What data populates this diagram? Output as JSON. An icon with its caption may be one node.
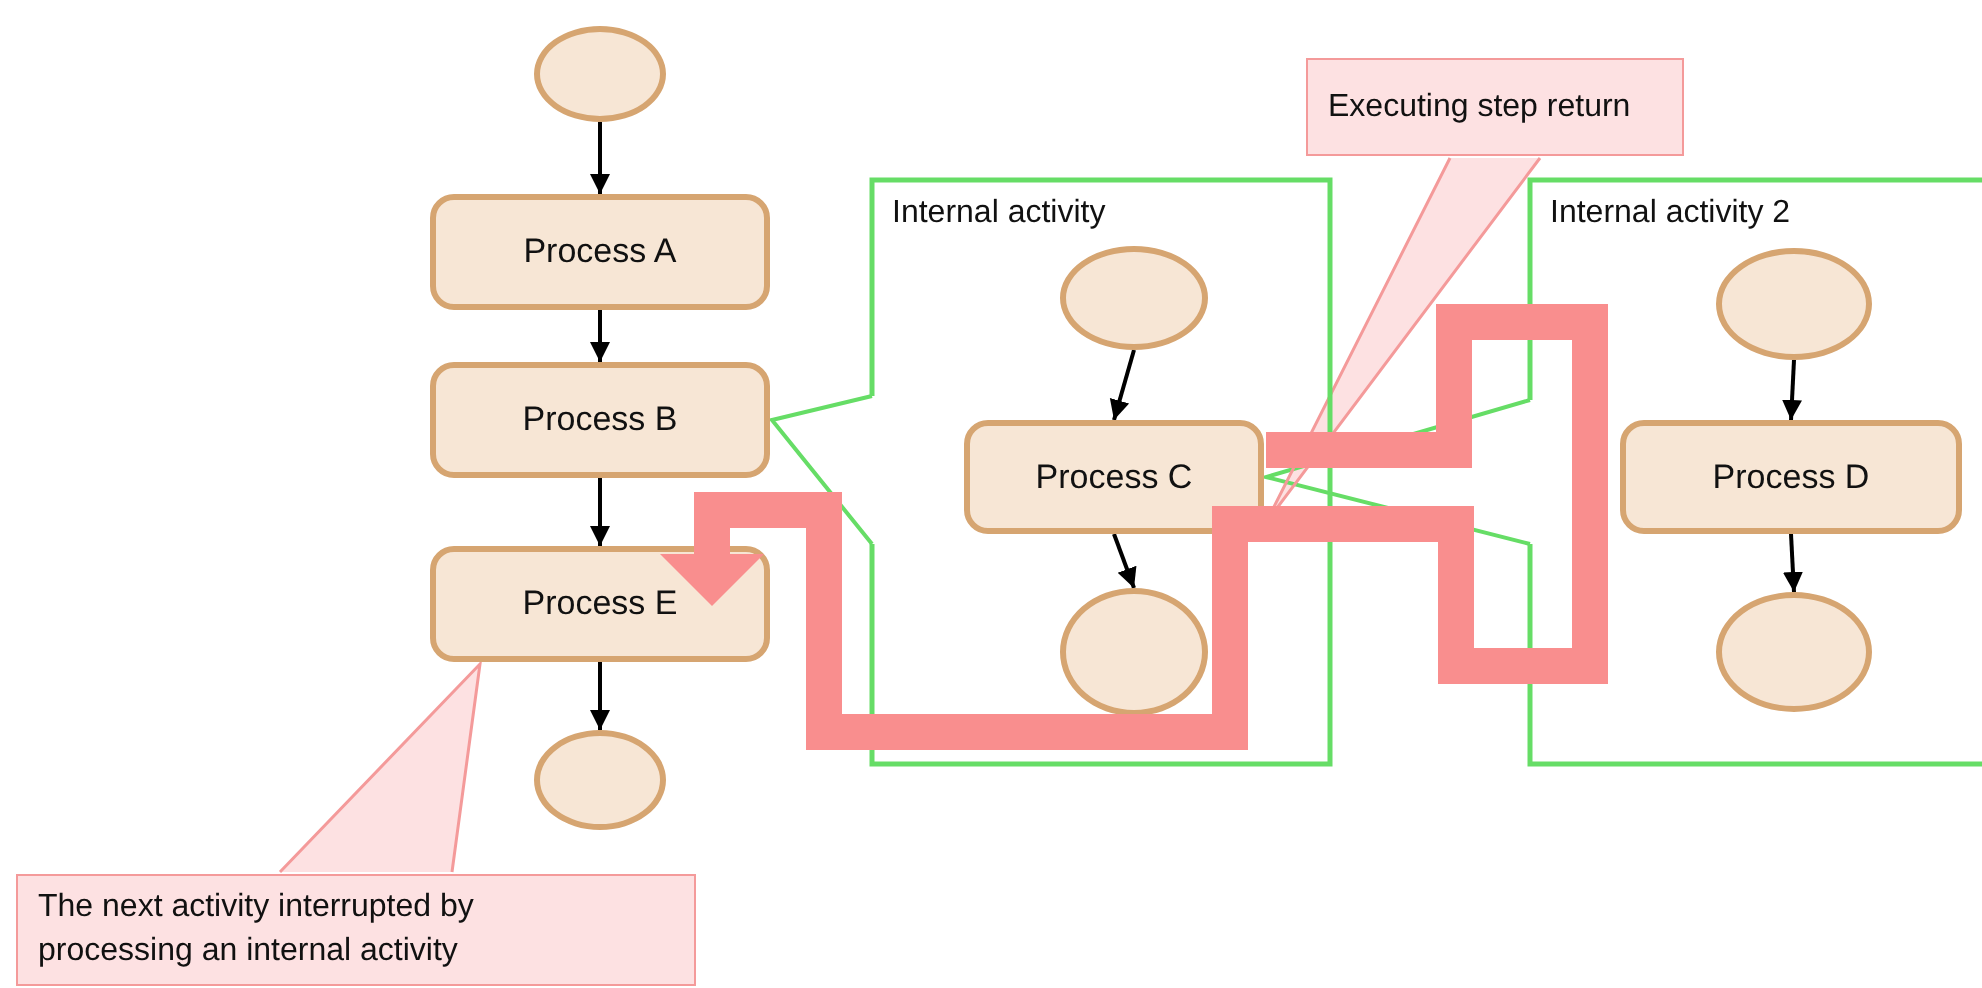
{
  "diagram": {
    "nodes": [
      {
        "text": [],
        "shape": "circle"
      },
      {
        "text": [
          "Process A"
        ]
      },
      {
        "text": [
          "Process B"
        ]
      },
      {
        "text": [
          "Process E"
        ]
      },
      {
        "text": [],
        "shape": "circle"
      },
      {
        "text": [
          "Internal activity"
        ]
      },
      {
        "text": [],
        "shape": "circle",
        "in": 5
      },
      {
        "text": [
          "Process C"
        ],
        "in": 5
      },
      {
        "text": [],
        "shape": "circle",
        "in": 5
      },
      {
        "text": [
          "Internal activity 2"
        ]
      },
      {
        "text": [],
        "shape": "circle",
        "in": 9
      },
      {
        "text": [
          "Process D"
        ],
        "in": 9
      },
      {
        "text": [],
        "shape": "circle",
        "in": 9
      },
      {
        "text": [
          "Executing step return"
        ]
      },
      {
        "text": [
          "The next activity interrupted by processing an internal activity"
        ]
      }
    ],
    "edges": [
      {
        "from": 0,
        "to": 1,
        "arrow": "to"
      },
      {
        "from": 1,
        "to": 2,
        "arrow": "to"
      },
      {
        "from": 2,
        "to": 3,
        "arrow": "to"
      },
      {
        "from": 3,
        "to": 4,
        "arrow": "to"
      },
      {
        "from": 6,
        "to": 7,
        "arrow": "to"
      },
      {
        "from": 7,
        "to": 8,
        "arrow": "to"
      },
      {
        "from": 10,
        "to": 11,
        "arrow": "to"
      },
      {
        "from": 11,
        "to": 12,
        "arrow": "to"
      },
      {
        "from": 5,
        "to": 2,
        "arrow": "none",
        "color": "#66dd66"
      },
      {
        "from": 9,
        "to": 7,
        "arrow": "none",
        "color": "#66dd66"
      },
      {
        "from": 7,
        "to": 3,
        "arrow": "to",
        "style": "thick",
        "color": "#f98e8e"
      },
      {
        "from": 13,
        "to": 7,
        "arrow": "none",
        "color": "#f49a9a"
      },
      {
        "from": 14,
        "to": 3,
        "arrow": "none",
        "color": "#f49a9a"
      }
    ]
  }
}
